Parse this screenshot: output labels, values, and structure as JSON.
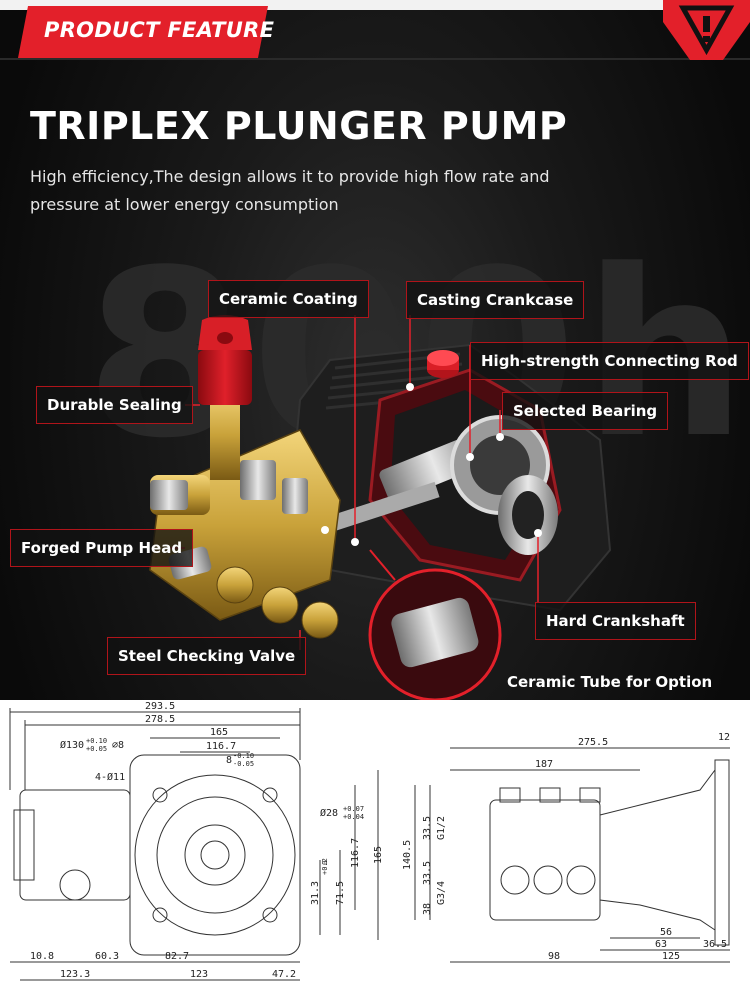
{
  "header": {
    "badge_text": "PRODUCT  FEATURE",
    "logo_icon": "warning-shield-icon"
  },
  "hero": {
    "title": "TRIPLEX PLUNGER PUMP",
    "subtitle": "High efficiency,The design allows it to provide high flow rate and pressure at lower energy consumption",
    "watermark": "800h"
  },
  "callouts": {
    "ceramic_coating": "Ceramic Coating",
    "casting_crankcase": "Casting Crankcase",
    "connecting_rod": "High-strength Connecting Rod",
    "durable_sealing": "Durable Sealing",
    "selected_bearing": "Selected Bearing",
    "forged_pump_head": "Forged Pump Head",
    "hard_crankshaft": "Hard Crankshaft",
    "steel_checking_valve": "Steel Checking Valve",
    "ceramic_tube": "Ceramic Tube for Option"
  },
  "drawing": {
    "front": {
      "d_293_5": "293.5",
      "d_278_5": "278.5",
      "d_165_top": "165",
      "d_116_7_top": "116.7",
      "flange": "Ø130",
      "flange_tol_plus": "+0.10",
      "flange_tol_minus": "+0.05",
      "flange_depth": "⌀8",
      "key": "8",
      "key_tol_plus": "-0.10",
      "key_tol_minus": "-0.05",
      "holes": "4-Ø11",
      "shaft": "Ø28",
      "shaft_tol_plus": "+0.07",
      "shaft_tol_minus": "+0.04",
      "d_116_7_side": "116.7",
      "d_165_side": "165",
      "d_31_3": "31.3",
      "d_31_3_tol_plus": "+0.2",
      "d_31_3_tol_minus": "0",
      "d_71_5": "71.5",
      "d_10_8": "10.8",
      "d_60_3": "60.3",
      "d_82_7": "82.7",
      "d_123_3": "123.3",
      "d_123": "123",
      "d_47_2": "47.2"
    },
    "side": {
      "d_275_5": "275.5",
      "d_187": "187",
      "d_12": "12",
      "g_half": "G1/2",
      "g_three_quarter": "G3/4",
      "d_33_5_a": "33.5",
      "d_140_5": "140.5",
      "d_33_5_b": "33.5",
      "d_38": "38",
      "d_56": "56",
      "d_63": "63",
      "d_36_5": "36.5",
      "d_98": "98",
      "d_125": "125"
    }
  },
  "colors": {
    "accent_red": "#e3202a",
    "callout_border": "#b0141a",
    "brass": "#c9a23a",
    "crankcase": "#1e1e1e"
  }
}
